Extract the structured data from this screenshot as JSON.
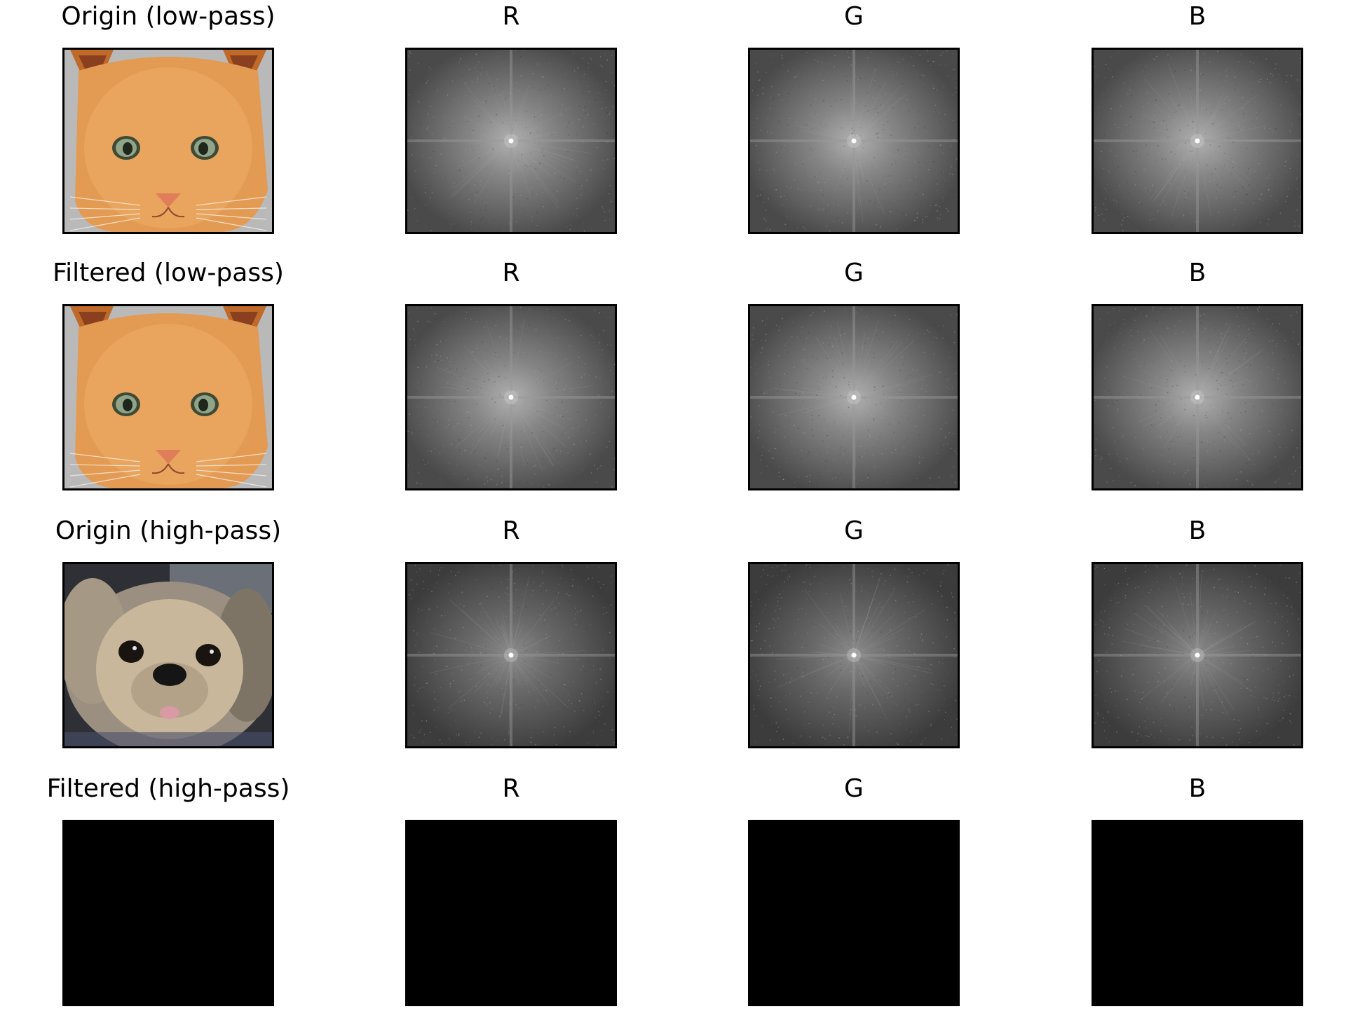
{
  "rows": [
    {
      "label": "Origin (low-pass)",
      "image_kind": "cat",
      "channels": [
        {
          "label": "R",
          "kind": "spectrum"
        },
        {
          "label": "G",
          "kind": "spectrum"
        },
        {
          "label": "B",
          "kind": "spectrum"
        }
      ]
    },
    {
      "label": "Filtered (low-pass)",
      "image_kind": "cat",
      "channels": [
        {
          "label": "R",
          "kind": "spectrum"
        },
        {
          "label": "G",
          "kind": "spectrum"
        },
        {
          "label": "B",
          "kind": "spectrum"
        }
      ]
    },
    {
      "label": "Origin (high-pass)",
      "image_kind": "dog",
      "channels": [
        {
          "label": "R",
          "kind": "spectrum"
        },
        {
          "label": "G",
          "kind": "spectrum"
        },
        {
          "label": "B",
          "kind": "spectrum"
        }
      ]
    },
    {
      "label": "Filtered (high-pass)",
      "image_kind": "black",
      "channels": [
        {
          "label": "R",
          "kind": "black"
        },
        {
          "label": "G",
          "kind": "black"
        },
        {
          "label": "B",
          "kind": "black"
        }
      ]
    }
  ]
}
